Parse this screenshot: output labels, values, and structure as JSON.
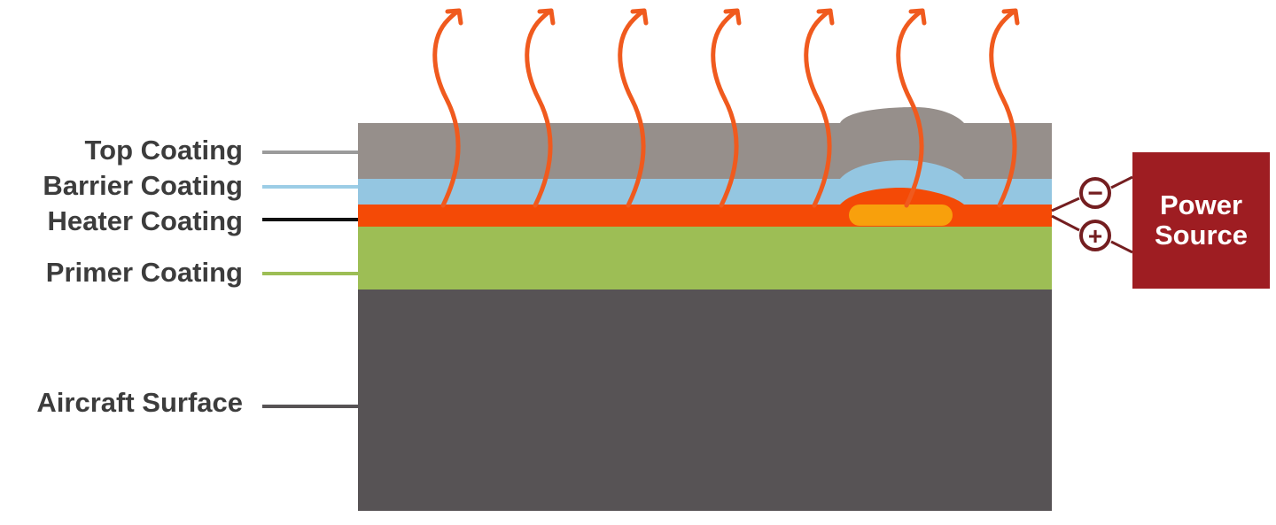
{
  "labels": {
    "top_coating": "Top Coating",
    "barrier_coating": "Barrier Coating",
    "heater_coating": "Heater Coating",
    "primer_coating": "Primer Coating",
    "aircraft_surface": "Aircraft Surface"
  },
  "power_source": {
    "line1": "Power",
    "line2": "Source",
    "negative_symbol": "−",
    "positive_symbol": "+"
  },
  "colors": {
    "top_coating": "#968f8b",
    "barrier_coating": "#94c6e1",
    "heater_coating": "#f44a06",
    "heater_hotspot": "#f8a00c",
    "primer_coating": "#9dbe55",
    "aircraft_surface": "#575355",
    "heat_arrow": "#f05a1e",
    "power_source": "#9e1d22",
    "label_text": "#3c3c3c",
    "leader_top": "#9b9b9b",
    "leader_barrier": "#9ccde6",
    "leader_heater": "#111111",
    "leader_primer": "#9dbe55",
    "leader_surface": "#575355"
  },
  "icons": [
    "heat-wave-arrow",
    "minus-terminal-icon",
    "plus-terminal-icon"
  ]
}
